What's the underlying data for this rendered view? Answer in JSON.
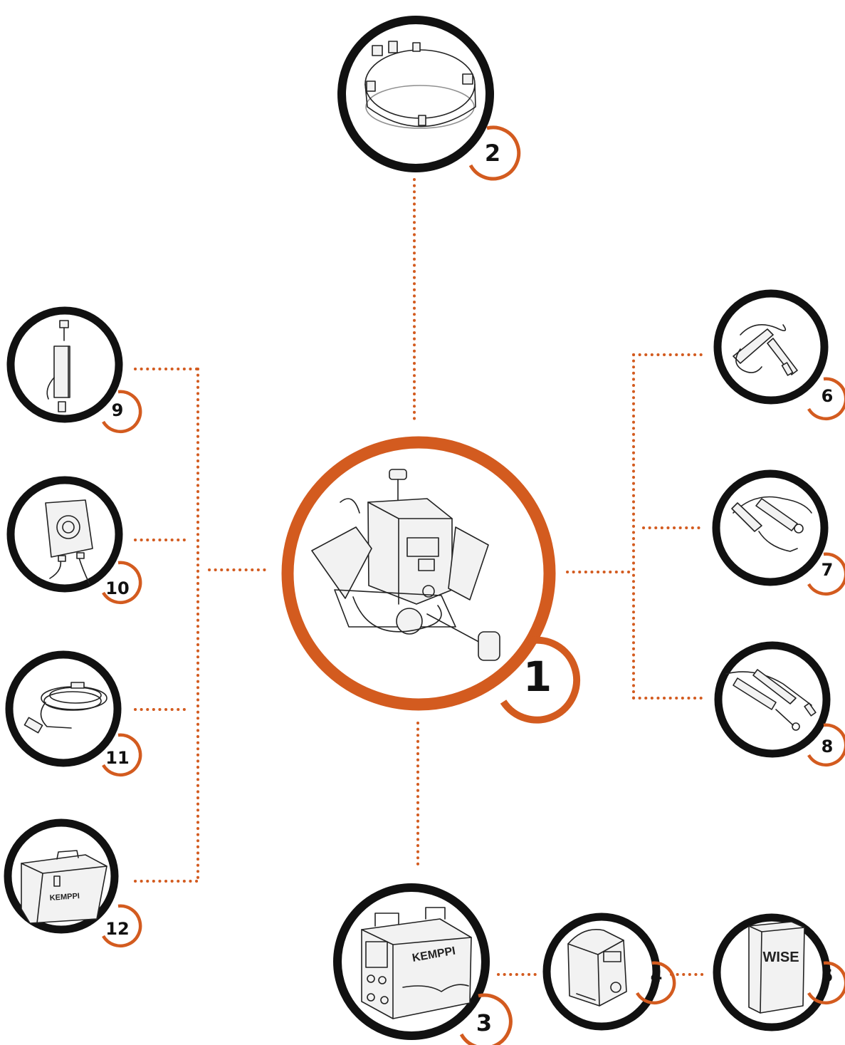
{
  "accent_color": "#d35b1f",
  "outline_color": "#111111",
  "nodes": [
    {
      "number": "1",
      "icon": "carriage-unit-icon"
    },
    {
      "number": "2",
      "icon": "guide-ring-rail-icon"
    },
    {
      "number": "3",
      "icon": "power-source-icon",
      "brand_text": "KEMPPI"
    },
    {
      "number": "4",
      "icon": "wire-feeder-icon"
    },
    {
      "number": "5",
      "icon": "wise-software-box-icon",
      "box_label": "WISE"
    },
    {
      "number": "6",
      "icon": "welding-gun-icon"
    },
    {
      "number": "7",
      "icon": "welding-gun-icon"
    },
    {
      "number": "8",
      "icon": "welding-gun-icon"
    },
    {
      "number": "9",
      "icon": "limit-switch-bracket-icon"
    },
    {
      "number": "10",
      "icon": "remote-control-box-icon"
    },
    {
      "number": "11",
      "icon": "cable-coil-icon"
    },
    {
      "number": "12",
      "icon": "carrying-case-icon",
      "brand_text": "KEMPPI"
    }
  ]
}
